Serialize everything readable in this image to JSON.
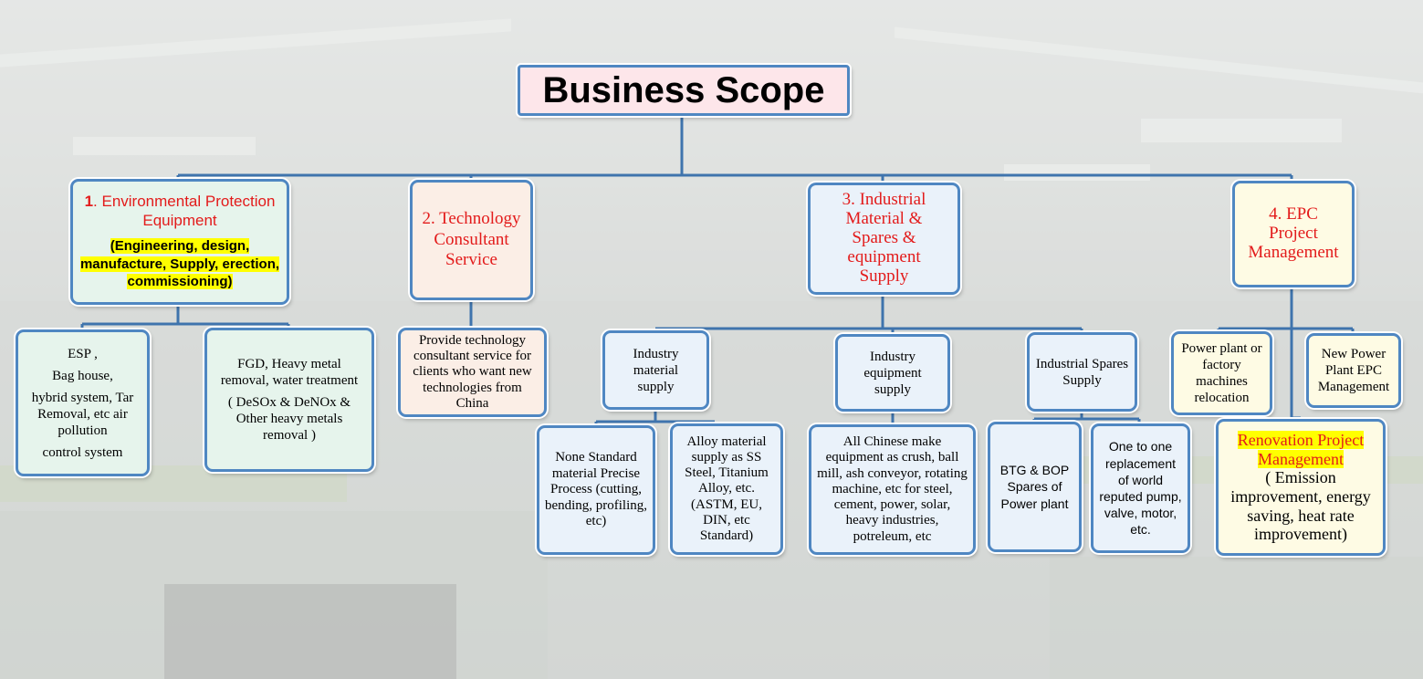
{
  "title": "Business Scope",
  "categories": [
    {
      "num": "1",
      "label": ". Environmental Protection Equipment",
      "note": "(Engineering, design, manufacture, Supply, erection, commissioning)",
      "children": [
        {
          "lines": [
            "ESP ,",
            "Bag house,",
            "hybrid system, Tar Removal, etc air pollution",
            "control system"
          ]
        },
        {
          "lines": [
            "FGD,  Heavy metal removal, water treatment",
            "( DeSOx & DeNOx & Other heavy metals removal )"
          ]
        }
      ]
    },
    {
      "label": "2. Technology Consultant Service",
      "children": [
        {
          "text": "Provide technology consultant service for clients who want new technologies from China"
        }
      ]
    },
    {
      "label": "3. Industrial Material & Spares & equipment Supply",
      "children": [
        {
          "text": "Industry material supply",
          "children": [
            {
              "text": "None Standard material Precise Process (cutting, bending, profiling, etc)"
            },
            {
              "text": "Alloy material supply as SS Steel, Titanium Alloy, etc.(ASTM, EU, DIN, etc Standard)"
            }
          ]
        },
        {
          "text": "Industry equipment supply",
          "children": [
            {
              "text": "All Chinese make equipment as crush, ball mill, ash conveyor, rotating machine, etc for steel, cement, power, solar, heavy industries, potreleum, etc"
            }
          ]
        },
        {
          "text": "Industrial Spares Supply",
          "children": [
            {
              "text": "BTG & BOP Spares of Power plant"
            },
            {
              "text": "One to one replacement of world reputed pump, valve, motor, etc."
            }
          ]
        }
      ]
    },
    {
      "label": "4. EPC Project Management",
      "children": [
        {
          "text": "Power plant or factory machines relocation"
        },
        {
          "text": "New Power Plant EPC Management"
        },
        {
          "highlight": "Renovation Project Management",
          "text": "( Emission improvement, energy saving, heat rate improvement)"
        }
      ]
    }
  ],
  "colors": {
    "border": "#4f87c2",
    "connector": "#3f74ad",
    "category_text": "#e31b1b",
    "highlight": "#ffff00"
  }
}
